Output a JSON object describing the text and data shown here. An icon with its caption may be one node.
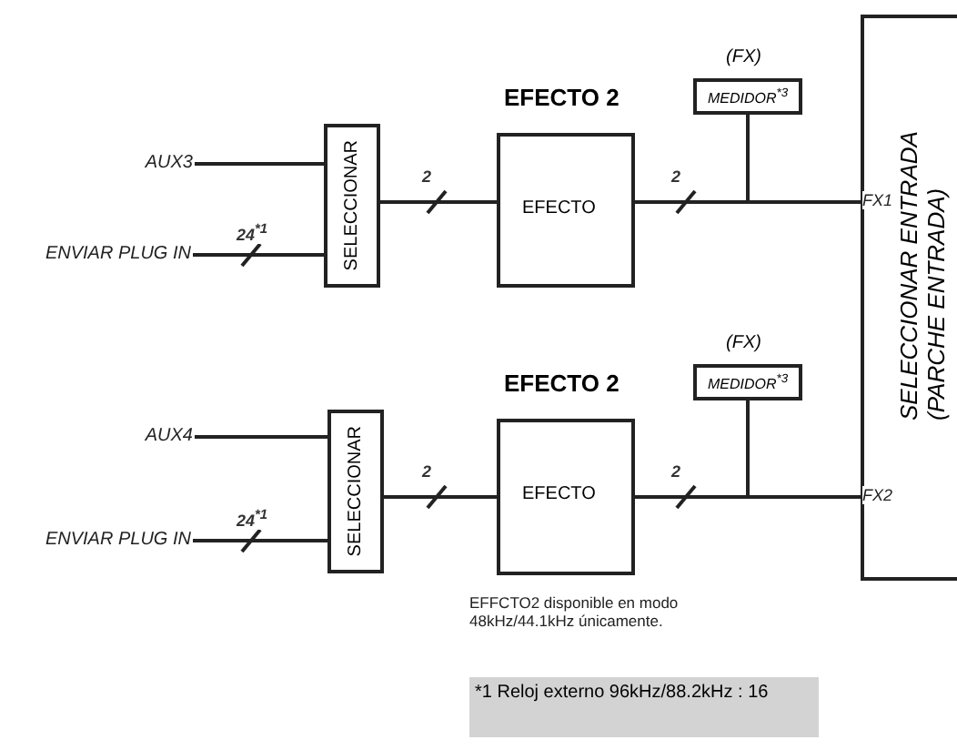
{
  "diagram": {
    "nodes": [
      {
        "text": [
          "AUX3"
        ]
      },
      {
        "text": [
          "ENVIAR PLUG IN"
        ]
      },
      {
        "text": [
          "SELECCIONAR"
        ]
      },
      {
        "text": [
          "EFECTO 2",
          "EFECTO"
        ]
      },
      {
        "text": [
          "MEDIDOR$^{*3}$"
        ],
        "beside": [
          "(FX)"
        ]
      },
      {
        "text": [
          "SELECCIONAR ENTRADA (PARCHE ENTRADA)"
        ]
      },
      {
        "text": [
          "AUX4"
        ]
      },
      {
        "text": [
          "ENVIAR PLUG IN"
        ]
      },
      {
        "text": [
          "SELECCIONAR"
        ]
      },
      {
        "text": [
          "EFECTO 2",
          "EFECTO"
        ]
      },
      {
        "text": [
          "MEDIDOR$^{*3}$"
        ],
        "beside": [
          "(FX)"
        ]
      },
      {
        "text": [
          "*1 Reloj externo 96kHz/88.2kHz : 16"
        ]
      }
    ],
    "edges": [
      {
        "from": 0,
        "to": 2,
        "arrow": "none"
      },
      {
        "from": 1,
        "to": 2,
        "arrow": "none",
        "label": "24$^{*1}$"
      },
      {
        "from": 2,
        "to": 3,
        "arrow": "none",
        "label": "2"
      },
      {
        "from": 3,
        "to": 5,
        "arrow": "none",
        "label": "2"
      },
      {
        "from": 3,
        "to": 4,
        "arrow": "none"
      },
      {
        "from": 6,
        "to": 8,
        "arrow": "none"
      },
      {
        "from": 7,
        "to": 8,
        "arrow": "none",
        "label": "24$^{*1}$"
      },
      {
        "from": 8,
        "to": 9,
        "arrow": "none",
        "label": "2"
      },
      {
        "from": 9,
        "to": 5,
        "arrow": "none",
        "label": "2"
      },
      {
        "from": 9,
        "to": 10,
        "arrow": "none"
      }
    ],
    "labels": [
      "FX1",
      "FX2",
      "EFFCTO2 disponible en modo 48kHz/44.1kHz únicamente."
    ]
  }
}
